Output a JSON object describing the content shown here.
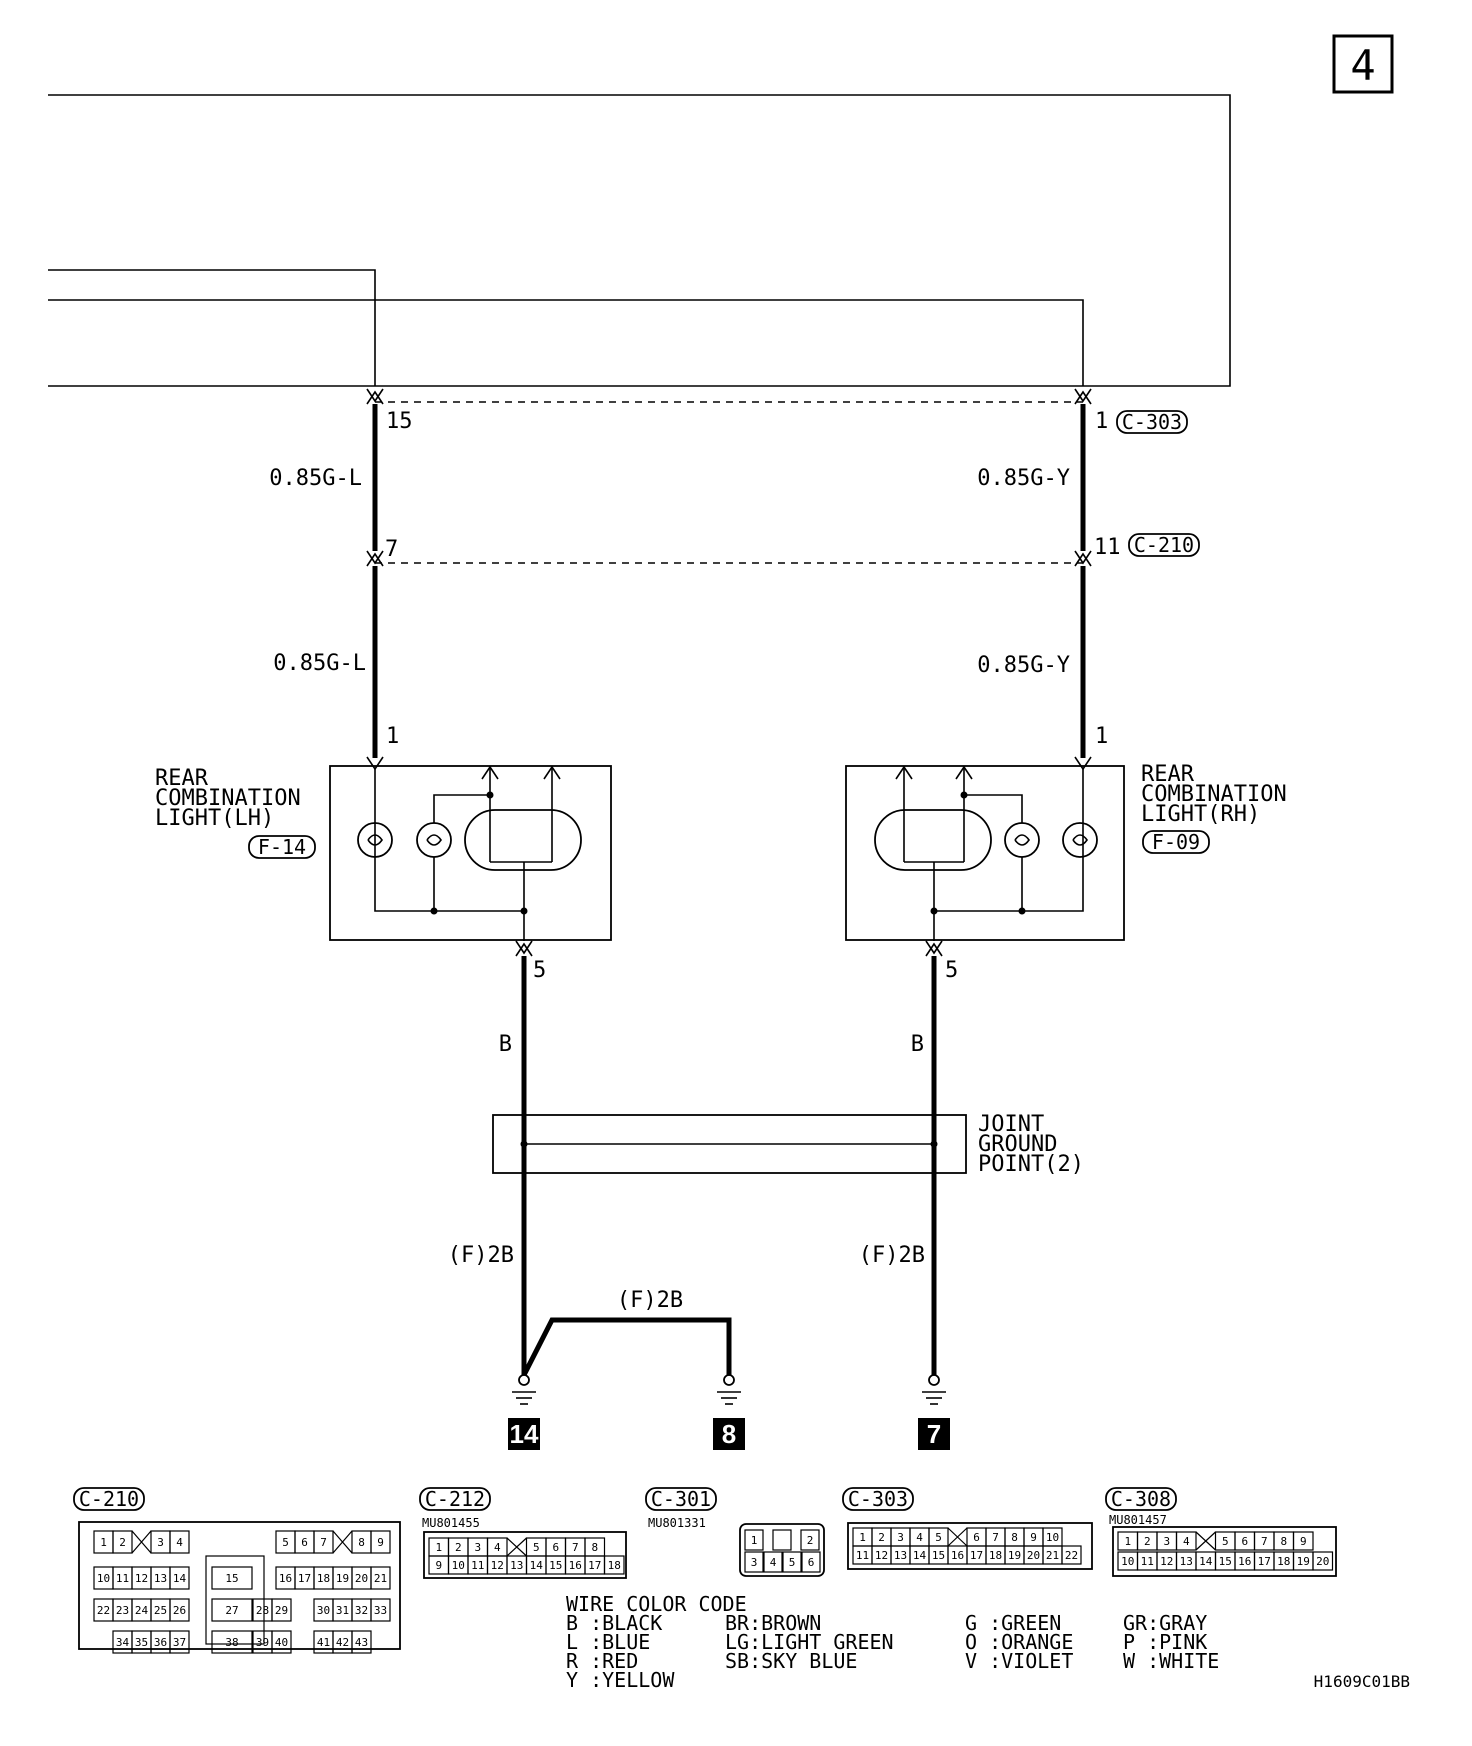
{
  "page_number": "4",
  "connectors_in_line": {
    "c303": "C-303",
    "c210": "C-210"
  },
  "pins": {
    "lh_c303": "15",
    "rh_c303": "1",
    "lh_c210": "7",
    "rh_c210": "11",
    "lh_lamp": "1",
    "rh_lamp": "1",
    "lh_ground": "5",
    "rh_ground": "5"
  },
  "wires": {
    "lh_upper": "0.85G-L",
    "rh_upper": "0.85G-Y",
    "lh_lower": "0.85G-L",
    "rh_lower": "0.85G-Y",
    "lh_black": "B",
    "rh_black": "B",
    "lh_ground_wire": "(F)2B",
    "branch_wire": "(F)2B",
    "rh_ground_wire": "(F)2B"
  },
  "components": {
    "lh_light": {
      "line1": "REAR",
      "line2": "COMBINATION",
      "line3": "LIGHT(LH)",
      "connector": "F-14"
    },
    "rh_light": {
      "line1": "REAR",
      "line2": "COMBINATION",
      "line3": "LIGHT(RH)",
      "connector": "F-09"
    },
    "joint": {
      "line1": "JOINT",
      "line2": "GROUND",
      "line3": "POINT(2)"
    }
  },
  "ground_points": [
    "14",
    "8",
    "7"
  ],
  "connector_views": [
    {
      "name": "C-210",
      "part": "",
      "pins": [
        "1",
        "2",
        "3",
        "4",
        "5",
        "6",
        "7",
        "8",
        "9",
        "10",
        "11",
        "12",
        "13",
        "14",
        "15",
        "16",
        "17",
        "18",
        "19",
        "20",
        "21",
        "22",
        "23",
        "24",
        "25",
        "26",
        "27",
        "28",
        "29",
        "30",
        "31",
        "32",
        "33",
        "34",
        "35",
        "36",
        "37",
        "38",
        "39",
        "40",
        "41",
        "42",
        "43"
      ]
    },
    {
      "name": "C-212",
      "part": "MU801455",
      "pins": [
        "1",
        "2",
        "3",
        "4",
        "5",
        "6",
        "7",
        "8",
        "9",
        "10",
        "11",
        "12",
        "13",
        "14",
        "15",
        "16",
        "17",
        "18"
      ]
    },
    {
      "name": "C-301",
      "part": "MU801331",
      "pins": [
        "1",
        "2",
        "3",
        "4",
        "5",
        "6"
      ]
    },
    {
      "name": "C-303",
      "part": "",
      "pins": [
        "1",
        "2",
        "3",
        "4",
        "5",
        "6",
        "7",
        "8",
        "9",
        "10",
        "11",
        "12",
        "13",
        "14",
        "15",
        "16",
        "17",
        "18",
        "19",
        "20",
        "21",
        "22"
      ]
    },
    {
      "name": "C-308",
      "part": "MU801457",
      "pins": [
        "1",
        "2",
        "3",
        "4",
        "5",
        "6",
        "7",
        "8",
        "9",
        "10",
        "11",
        "12",
        "13",
        "14",
        "15",
        "16",
        "17",
        "18",
        "19",
        "20"
      ]
    }
  ],
  "color_code": {
    "title": "WIRE COLOR CODE",
    "col1": [
      "B :BLACK",
      "L :BLUE",
      "R :RED",
      "Y :YELLOW"
    ],
    "col2": [
      "BR:BROWN",
      "LG:LIGHT GREEN",
      "SB:SKY BLUE"
    ],
    "col3": [
      "G :GREEN",
      "O :ORANGE",
      "V :VIOLET"
    ],
    "col4": [
      "GR:GRAY",
      "P :PINK",
      "W :WHITE"
    ]
  },
  "doc_code": "H1609C01BB"
}
